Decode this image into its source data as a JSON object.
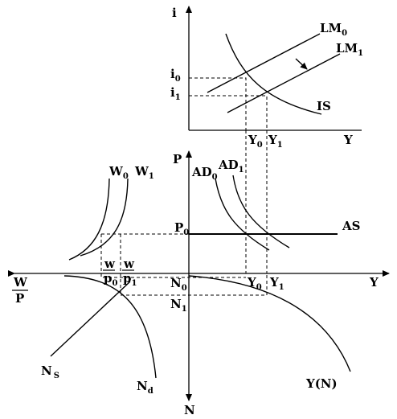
{
  "labels": {
    "i": "i",
    "Y_top": "Y",
    "LM0": "LM",
    "LM0_sub": "0",
    "LM1": "LM",
    "LM1_sub": "1",
    "i0": "i",
    "i0_sub": "0",
    "i1": "i",
    "i1_sub": "1",
    "IS": "IS",
    "Y0_top": "Y",
    "Y0_top_sub": "0",
    "Y1_top": "Y",
    "Y1_top_sub": "1",
    "P": "P",
    "AD0": "AD",
    "AD0_sub": "0",
    "AD1": "AD",
    "AD1_sub": "1",
    "P0": "P",
    "P0_sub": "0",
    "AS": "AS",
    "W0": "W",
    "W0_sub": "0",
    "W1": "W",
    "W1_sub": "1",
    "wp0_w": "w",
    "wp0_p": "p",
    "wp0_sub": "0",
    "wp1_w": "w",
    "wp1_p": "p",
    "wp1_sub": "1",
    "WP_W": "W",
    "WP_P": "P",
    "Y_mid": "Y",
    "Y0_mid": "Y",
    "Y0_mid_sub": "0",
    "Y1_mid": "Y",
    "Y1_mid_sub": "1",
    "N0": "N",
    "N0_sub": "0",
    "N1": "N",
    "N1_sub": "1",
    "Ns": "N",
    "Ns_sub": "S",
    "Nd": "N",
    "Nd_sub": "d",
    "YN": "Y(N)",
    "N_axis": "N"
  }
}
